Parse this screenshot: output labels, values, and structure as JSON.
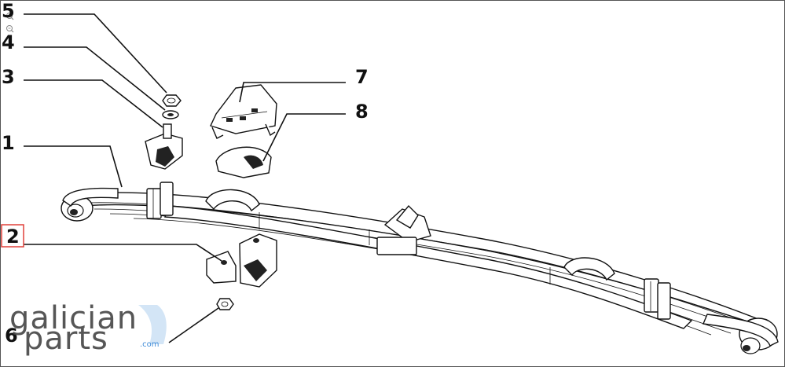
{
  "diagram": {
    "callouts": [
      {
        "id": "1",
        "label": "1"
      },
      {
        "id": "2",
        "label": "2",
        "highlight_color": "#e0403a"
      },
      {
        "id": "3",
        "label": "3"
      },
      {
        "id": "4",
        "label": "4"
      },
      {
        "id": "5",
        "label": "5"
      },
      {
        "id": "6",
        "label": "6"
      },
      {
        "id": "7",
        "label": "7"
      },
      {
        "id": "8",
        "label": "8"
      }
    ]
  },
  "viewer_controls": {
    "zoom_in_icon": "zoom-in-icon",
    "zoom_out_icon": "zoom-out-icon"
  },
  "watermark": {
    "brand_line1": "galician",
    "brand_line2": "parts",
    "brand_domain": ".com",
    "accent_color": "#cfe3f6"
  }
}
